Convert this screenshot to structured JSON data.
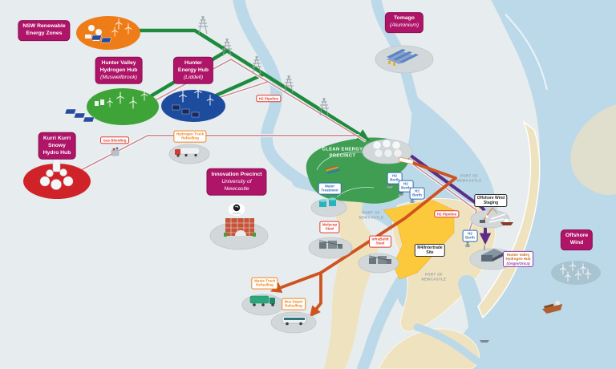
{
  "title": "Hunter hydrogen network infographic map",
  "hubs": {
    "nsw_rez": {
      "line1": "NSW Renewable",
      "line2": "Energy Zones"
    },
    "hvhh_muswellbrook": {
      "line1": "Hunter Valley",
      "line2": "Hydrogen Hub",
      "line3": "(Muswellbrook)"
    },
    "hunter_energy_hub": {
      "line1": "Hunter",
      "line2": "Energy Hub",
      "line3": "(Liddell)"
    },
    "kurri_kurri": {
      "line1": "Kurri Kurri",
      "line2": "Snowy",
      "line3": "Hydro Hub"
    },
    "tomago": {
      "line1": "Tomago",
      "line2": "(Aluminium)"
    },
    "innovation_precinct": {
      "line1": "Innovation Precinct",
      "line2": "University of",
      "line3": "Newcastle"
    },
    "offshore_wind": {
      "line1": "Offshore",
      "line2": "Wind"
    },
    "hvhh_origin_orica": {
      "line1": "Hunter Valley",
      "line2": "Hydrogen Hub",
      "line3": "(Origin/Orica)"
    }
  },
  "tags": {
    "h2_pipeline": "H2 Pipeline",
    "gas_blending": "Gas Blending",
    "hydrogen_truck_refuelling": {
      "line1": "Hydrogen Truck",
      "line2": "Refuelling"
    },
    "water_treatment": {
      "line1": "Water",
      "line2": "Treatment"
    },
    "h2_berth": {
      "line1": "H2",
      "line2": "Berth"
    },
    "offshore_wind_staging": {
      "line1": "Offshore Wind",
      "line2": "Staging"
    },
    "m4_intertrade": {
      "line1": "M4/Intertrade",
      "line2": "Site"
    },
    "molycop": {
      "line1": "Molycop",
      "line2": "Steel"
    },
    "infrabuild": {
      "line1": "InfraBuild",
      "line2": "Steel"
    },
    "waste_truck": {
      "line1": "Waste Truck",
      "line2": "Refuelling"
    },
    "bus_depot": {
      "line1": "Bus Depot",
      "line2": "Refuelling"
    }
  },
  "map_text": {
    "clean_energy_precinct": {
      "line1": "CLEAN ENERGY",
      "line2": "PRECINCT"
    },
    "port_of_newcastle": {
      "line1": "PORT OF",
      "line2": "NEWCASTLE"
    }
  },
  "colors": {
    "hub_box": "#ae1468",
    "rez_ellipse": "#ef7d17",
    "muswellbrook_ellipse": "#3fa437",
    "liddell_ellipse": "#1d4c9f",
    "kurri_ellipse": "#cf2329",
    "precinct_green": "#3f9e52",
    "m4_yellow": "#fcc93d",
    "water": "#bcd9e9",
    "land_beige": "#eee2bf",
    "transmission_green": "#1e8a3c",
    "pipeline_rose": "#ca8f97",
    "pipeline_orange": "#cf531f",
    "pipeline_purple": "#5c2d87"
  }
}
